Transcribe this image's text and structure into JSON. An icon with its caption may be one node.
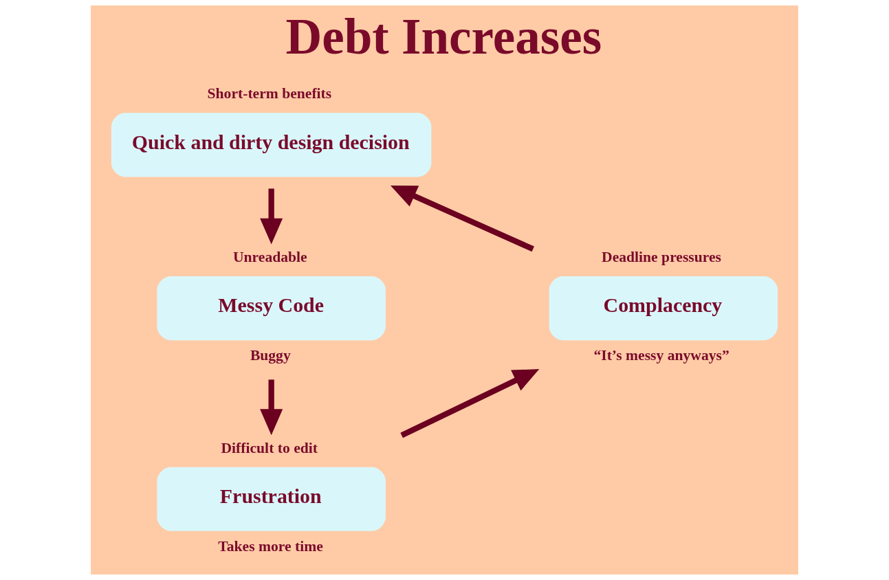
{
  "diagram": {
    "title": "Debt Increases",
    "nodes": [
      {
        "text": [
          "Quick and dirty design decision"
        ],
        "beside": [
          "Short-term benefits"
        ]
      },
      {
        "text": [
          "Messy Code"
        ],
        "beside": [
          "Unreadable",
          "Buggy"
        ]
      },
      {
        "text": [
          "Frustration"
        ],
        "beside": [
          "Difficult to edit",
          "Takes more time"
        ]
      },
      {
        "text": [
          "Complacency"
        ],
        "beside": [
          "Deadline pressures",
          "“It’s messy anyways”"
        ]
      }
    ],
    "edges": [
      {
        "from": 0,
        "to": 1,
        "arrow": "to"
      },
      {
        "from": 1,
        "to": 2,
        "arrow": "to"
      },
      {
        "from": 2,
        "to": 3,
        "arrow": "to"
      },
      {
        "from": 3,
        "to": 0,
        "arrow": "to"
      }
    ]
  }
}
